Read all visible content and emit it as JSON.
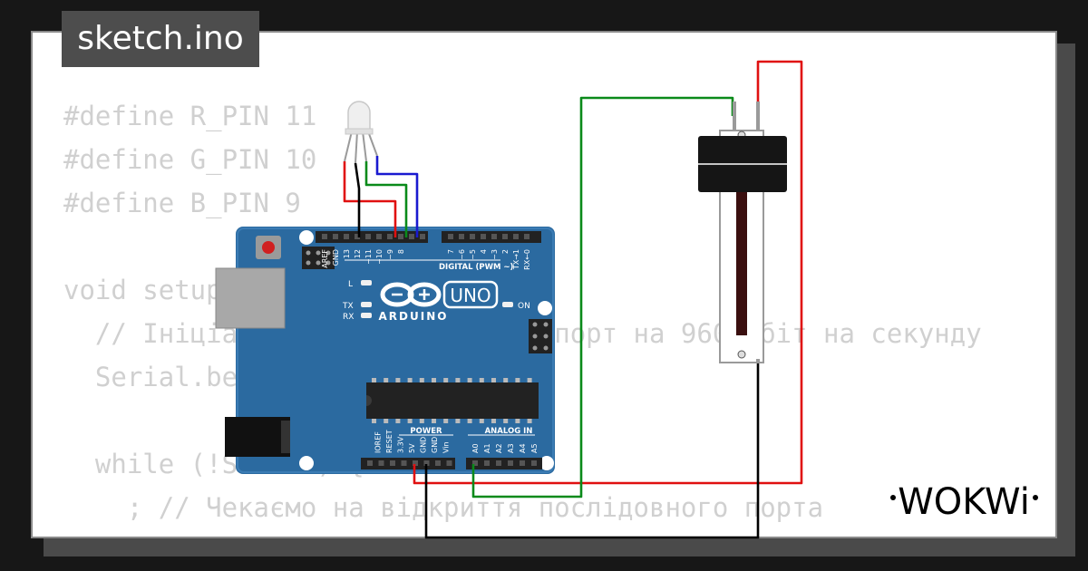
{
  "title": "sketch.ino",
  "brand": "WOKWi",
  "colors": {
    "background": "#171717",
    "badge": "#4d4d4d",
    "code_text": "#d0d0d0",
    "board": "#2b6aa0",
    "wire_red": "#e01010",
    "wire_green": "#0a8a1a",
    "wire_blue": "#1a1ad0",
    "wire_black": "#000000"
  },
  "code_lines": [
    "#define R_PIN 11",
    "#define G_PIN 10",
    "#define B_PIN 9",
    "",
    "void setup() {",
    "  // Ініціалізуємо послідовний порт на 9600 біт на секунду",
    "  Serial.begin(9600);",
    "",
    "  while (!Serial) {",
    "    ; // Чекаємо на відкриття послідовного порта",
    "  }"
  ],
  "board": {
    "model": "UNO",
    "brand": "ARDUINO",
    "digital_header": "DIGITAL (PWM ~)",
    "power_header": "POWER",
    "analog_header": "ANALOG IN",
    "led_l": "L",
    "led_tx": "TX",
    "led_rx": "RX",
    "led_on": "ON",
    "digital_pins": [
      "AREF",
      "GND",
      "13",
      "12",
      "~11",
      "~10",
      "~9",
      "8",
      "7",
      "~6",
      "~5",
      "4",
      "~3",
      "2",
      "TX→1",
      "RX←0"
    ],
    "power_pins": [
      "IOREF",
      "RESET",
      "3.3V",
      "5V",
      "GND",
      "GND",
      "Vin"
    ],
    "analog_pins": [
      "A0",
      "A1",
      "A2",
      "A3",
      "A4",
      "A5"
    ]
  }
}
